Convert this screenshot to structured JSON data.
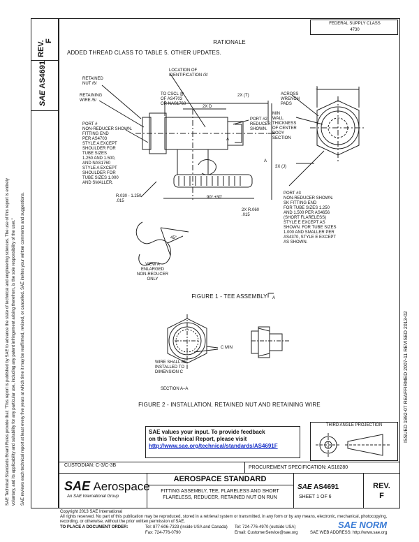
{
  "header": {
    "stamp_line1": "FEDERAL SUPPLY CLASS",
    "stamp_line2": "4730",
    "rev_label": "REV.",
    "rev_value": "F",
    "doc_number": "AS4691",
    "rationale_title": "RATIONALE",
    "rationale_text": "ADDED THREAD CLASS TO TABLE 5. OTHER UPDATES."
  },
  "side_notes": {
    "line1": "SAE Technical Standards Board Rules provide that: \"This report is published by SAE to advance the state of technical and engineering sciences. The use of this report is entirely",
    "line2": "voluntary, and its applicability and suitability for any particular use, including any patent infringement arising therefrom, is the sole responsibility of the user.\"",
    "line3": "SAE reviews each technical report at least every five years at which time it may be reaffirmed, revised, or cancelled. SAE invites your written comments and suggestions.",
    "history": "ISSUED 1992-07    REAFFIRMED 2007-11    REVISED 2013-02"
  },
  "figure1": {
    "caption": "FIGURE 1 - TEE ASSEMBLY",
    "labels": {
      "retained_nut": "RETAINED\nNUT /6/",
      "retaining_wire": "RETAINING\nWIRE /5/",
      "location": "LOCATION OF\nIDENTIFICATION /3/",
      "to_cscl": "TO CSCL @\nOF AS4703\nOR NAS1760",
      "port1": "PORT #\nNON-REDUCER SHOWN.\nFITTING END\nPER AS4703\nSTYLE A EXCEPT\nSHOULDER FOR\nTUBE SIZES\n1.250 AND 1.500,\nAND NAS1760\nSTYLE A EXCEPT\nSHOULDER FOR\nTUBE SIZES 1.000\nAND SMALLER.",
      "port2": "PORT #2\nREDUCER\nSHOWN.",
      "across_wrench": "ACROSS\nWRENCH\nPADS",
      "wall": "MIN\nWALL\nTHICKNESS\nOF CENTER\nBODY\nSECTION",
      "port3": "PORT #3\nNON-REDUCER SHOWN.\nSK FITTING END\nFOR TUBE SIZES 1.250\nAND 1.500 PER AS4656\n(SHORT FLARELESS)\nSTYLE E EXCEPT AS\nSHOWN. FOR TUBE SIZES\n1.000 AND SMALLER PER\nAS4370, STYLE E EXCEPT\nAS SHOWN.",
      "radius": "R.030 - 1.250\n.015",
      "chamfer": "2X R.060\n.015",
      "angle": "90° ±30'",
      "view_a": "VIEW A\nENLARGED\nNON-REDUCER\nONLY",
      "angle45": "45°",
      "dim_2d": "2X D",
      "dim_2t": "2X (T)",
      "dim_j": "J",
      "dim_a": "A",
      "dim_3x": "3X (J)",
      "sec_a": "A"
    }
  },
  "figure2": {
    "caption": "FIGURE 2 - INSTALLATION, RETAINED NUT AND RETAINING WIRE",
    "labels": {
      "cmin": "C MIN",
      "wire": "WIRE SHALL BE\nINSTALLED TO\nDIMENSION C",
      "section": "SECTION A–A"
    }
  },
  "feedback": {
    "line1": "SAE values your input. To provide feedback",
    "line2": "on this Technical Report, please visit",
    "link": "http://www.sae.org/technical/standards/AS4691F"
  },
  "projection_label": "THIRD ANGLE PROJECTION",
  "footer": {
    "custodian": "CUSTODIAN: C-3/C-3B",
    "procurement": "PROCUREMENT SPECIFICATION: AS18280",
    "brand_sae": "SAE",
    "brand_aerospace": "Aerospace",
    "brand_tagline": "An SAE International Group",
    "standard_title": "AEROSPACE STANDARD",
    "desc_line1": "FITTING ASSEMBLY, TEE, FLARELESS AND SHORT",
    "desc_line2": "FLARELESS, REDUCER, RETAINED NUT ON RUN",
    "doc_label": "AS4691",
    "sheet": "SHEET 1 OF 6",
    "rev_label": "REV.",
    "rev_value": "F",
    "copyright1": "Copyright 2013 SAE International",
    "copyright2": "All rights reserved. No part of this publication may be reproduced, stored in a retrieval system or transmitted, in any form or by any means, electronic, mechanical, photocopying,",
    "copyright3": "recording, or otherwise, without the prior written permission of SAE.",
    "order_label": "TO PLACE A DOCUMENT ORDER:",
    "tel1": "Tel: 877-606-7323 (inside USA and Canada)",
    "tel2": "Tel: 724-776-4970 (outside USA)",
    "fax": "Fax: 724-776-0790",
    "email": "Email: CustomerService@sae.org",
    "web": "SAE WEB ADDRESS: http://www.sae.org",
    "watermark": "SAE NORM"
  }
}
